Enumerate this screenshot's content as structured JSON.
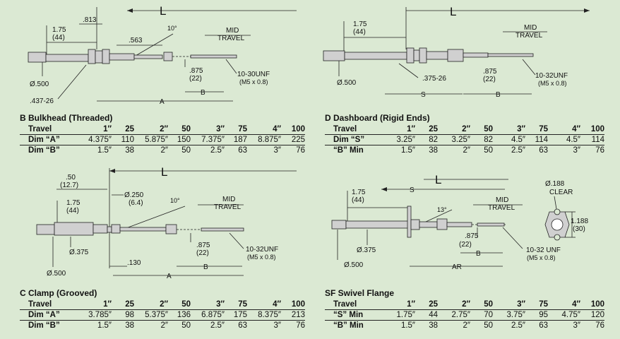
{
  "panels": {
    "bulkhead": {
      "title": "B Bulkhead (Threaded)",
      "head": [
        "Travel",
        "1″",
        "25",
        "2″",
        "50",
        "3″",
        "75",
        "4″",
        "100"
      ],
      "rows": [
        [
          "Dim “A”",
          "4.375″",
          "110",
          "5.875″",
          "150",
          "7.375″",
          "187",
          "8.875″",
          "225"
        ],
        [
          "Dim “B”",
          "1.5″",
          "38",
          "2″",
          "50",
          "2.5″",
          "63",
          "3″",
          "76"
        ]
      ],
      "labels": {
        "L": "L",
        "a1": "1.75",
        "a2": "(44)",
        "b1": ".813",
        "c1": ".563",
        "ang": "10°",
        "mid1": "MID",
        "mid2": "TRAVEL",
        "d1": "Ø.500",
        "e1": ".437-26",
        "f1": ".875",
        "f2": "(22)",
        "g1": "10-30UNF",
        "g2": "(M5 x 0.8)",
        "B": "B",
        "A": "A"
      }
    },
    "dashboard": {
      "title": "D Dashboard (Rigid Ends)",
      "head": [
        "Travel",
        "1″",
        "25",
        "2″",
        "50",
        "3″",
        "75",
        "4″",
        "100"
      ],
      "rows": [
        [
          "Dim “S”",
          "3.25″",
          "82",
          "3.25″",
          "82",
          "4.5″",
          "114",
          "4.5″",
          "114"
        ],
        [
          "“B” Min",
          "1.5″",
          "38",
          "2″",
          "50",
          "2.5″",
          "63",
          "3″",
          "76"
        ]
      ],
      "labels": {
        "L": "L",
        "a1": "1.75",
        "a2": "(44)",
        "mid1": "MID",
        "mid2": "TRAVEL",
        "d1": "Ø.500",
        "t1": ".375-26",
        "f1": ".875",
        "f2": "(22)",
        "g1": "10-32UNF",
        "g2": "(M5 x 0.8)",
        "S": "S",
        "B": "B"
      }
    },
    "clamp": {
      "title": "C Clamp (Grooved)",
      "head": [
        "Travel",
        "1″",
        "25",
        "2″",
        "50",
        "3″",
        "75",
        "4″",
        "100"
      ],
      "rows": [
        [
          "Dim “A”",
          "3.785″",
          "98",
          "5.375″",
          "136",
          "6.875″",
          "175",
          "8.375″",
          "213"
        ],
        [
          "Dim “B”",
          "1.5″",
          "38",
          "2″",
          "50",
          "2.5″",
          "63",
          "3″",
          "76"
        ]
      ],
      "labels": {
        "L": "L",
        "h1": ".50",
        "h2": "(12.7)",
        "a1": "1.75",
        "a2": "(44)",
        "k1": "Ø.250",
        "k2": "(6.4)",
        "ang": "10°",
        "mid1": "MID",
        "mid2": "TRAVEL",
        "d2": "Ø.375",
        "d1": "Ø.500",
        "c1": ".130",
        "f1": ".875",
        "f2": "(22)",
        "g1": "10-32UNF",
        "g2": "(M5 x 0.8)",
        "B": "B",
        "A": "A"
      }
    },
    "swivel": {
      "title": "SF Swivel Flange",
      "head": [
        "Travel",
        "1″",
        "25",
        "2″",
        "50",
        "3″",
        "75",
        "4″",
        "100"
      ],
      "rows": [
        [
          "“S” Min",
          "1.75″",
          "44",
          "2.75″",
          "70",
          "3.75″",
          "95",
          "4.75″",
          "120"
        ],
        [
          "“B” Min",
          "1.5″",
          "38",
          "2″",
          "50",
          "2.5″",
          "63",
          "3″",
          "76"
        ]
      ],
      "labels": {
        "L": "L",
        "S": "S",
        "a1": "1.75",
        "a2": "(44)",
        "ang": "13°",
        "mid1": "MID",
        "mid2": "TRAVEL",
        "o1": "Ø.188",
        "o2": "CLEAR",
        "r1": "1.188",
        "r2": "(30)",
        "d2": "Ø.375",
        "d1": "Ø.500",
        "f1": ".875",
        "f2": "(22)",
        "g1": "10-32 UNF",
        "g2": "(M5 x 0.8)",
        "B": "B",
        "AR": "AR"
      }
    }
  }
}
